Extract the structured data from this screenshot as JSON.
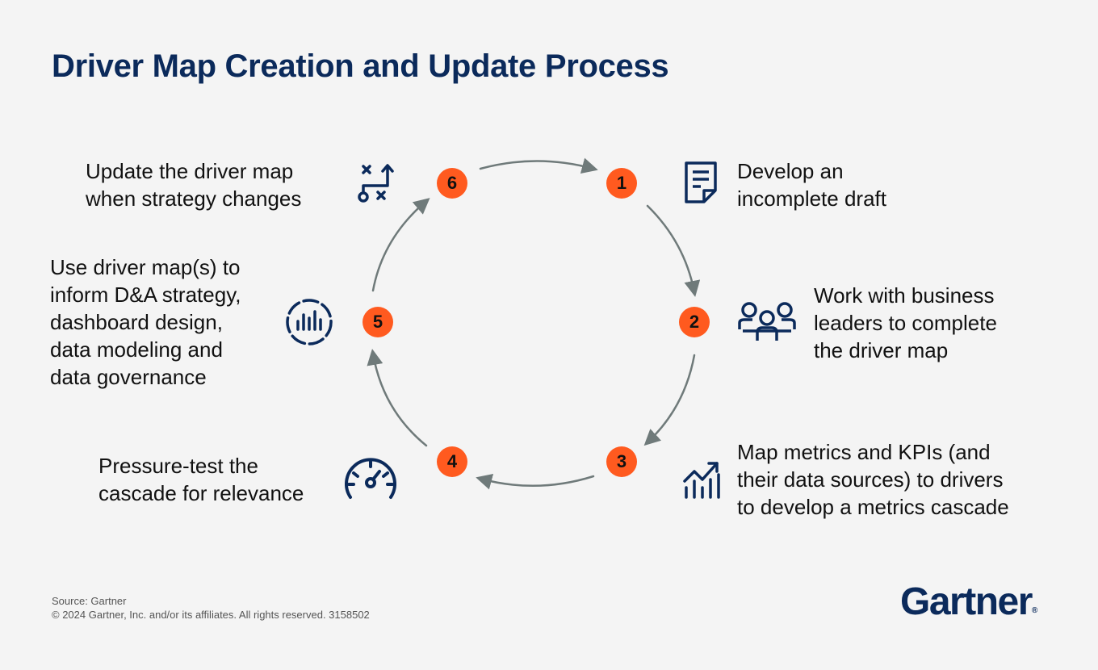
{
  "title": "Driver Map Creation and Update Process",
  "steps": [
    {
      "number": "1",
      "lines": [
        "Develop an",
        "incomplete draft"
      ],
      "icon": "document-icon"
    },
    {
      "number": "2",
      "lines": [
        "Work with business",
        "leaders to complete",
        "the driver map"
      ],
      "icon": "people-icon"
    },
    {
      "number": "3",
      "lines": [
        "Map metrics and KPIs (and",
        "their data sources) to drivers",
        "to develop a metrics cascade"
      ],
      "icon": "growth-chart-icon"
    },
    {
      "number": "4",
      "lines": [
        "Pressure-test the",
        "cascade for relevance"
      ],
      "icon": "gauge-icon"
    },
    {
      "number": "5",
      "lines": [
        "Use driver map(s) to",
        "inform D&A strategy,",
        "dashboard design,",
        "data modeling and",
        "data governance"
      ],
      "icon": "circular-chart-icon"
    },
    {
      "number": "6",
      "lines": [
        "Update the driver map",
        "when strategy changes"
      ],
      "icon": "strategy-play-icon"
    }
  ],
  "footer": {
    "source": "Source: Gartner",
    "copyright": "© 2024 Gartner, Inc. and/or its affiliates. All rights reserved. 3158502"
  },
  "brand": {
    "name": "Gartner",
    "mark": "®"
  },
  "colors": {
    "accent": "#ff5a1f",
    "navy": "#0b2a5b",
    "arrow": "#6f7a7a"
  }
}
